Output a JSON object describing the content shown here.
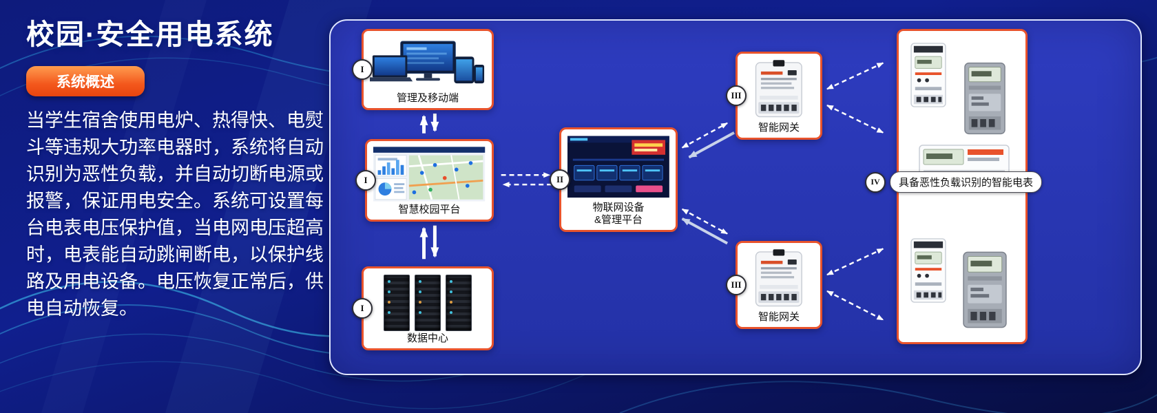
{
  "header": {
    "title": "校园·安全用电系统",
    "badge": "系统概述"
  },
  "description": "当学生宿舍使用电炉、热得快、电熨斗等违规大功率电器时，系统将自动识别为恶性负载，并自动切断电源或报警，保证用电安全。系统可设置每台电表电压保护值，当电网电压超高时，电表能自动跳闸断电，以保护线路及用电设备。电压恢复正常后，供电自动恢复。",
  "diagram": {
    "nodes": [
      {
        "id": "management-mobile",
        "numeral": "I",
        "label": "管理及移动端"
      },
      {
        "id": "smart-campus-platform",
        "numeral": "I",
        "label": "智慧校园平台"
      },
      {
        "id": "data-center",
        "numeral": "I",
        "label": "数据中心"
      },
      {
        "id": "iot-platform",
        "numeral": "II",
        "label": "物联网设备",
        "label2": "&管理平台"
      },
      {
        "id": "smart-gateway-top",
        "numeral": "III",
        "label": "智能网关"
      },
      {
        "id": "smart-gateway-bottom",
        "numeral": "III",
        "label": "智能网关"
      },
      {
        "id": "smart-meters",
        "numeral": "IV",
        "label": "具备恶性负载识别的智能电表"
      }
    ]
  },
  "colors": {
    "background_navy": "#0a1158",
    "panel_blue": "#2a38b4",
    "box_border_orange": "#e8532c",
    "badge_orange": "#f3571c",
    "wave_cyan": "#45e0ff",
    "arrow_white": "#ffffff"
  }
}
